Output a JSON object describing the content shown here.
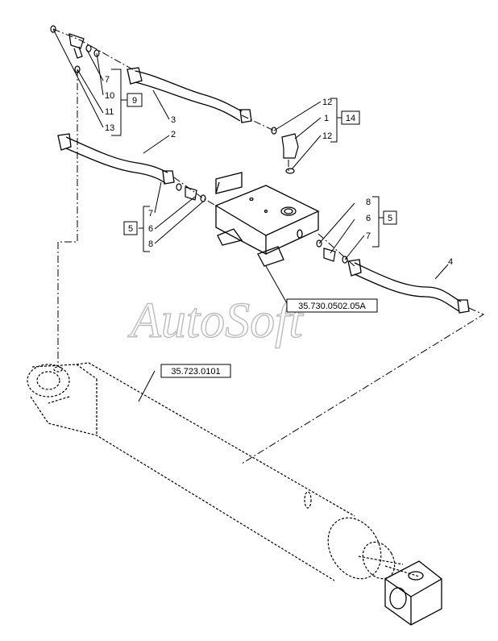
{
  "callouts": {
    "n1": "1",
    "n2": "2",
    "n3": "3",
    "n4": "4",
    "n5_left": "5",
    "n5_right": "5",
    "n6_left": "6",
    "n6_right": "6",
    "n7_top": "7",
    "n7_left": "7",
    "n7_right": "7",
    "n8_left": "8",
    "n8_right_top": "8",
    "n9": "9",
    "n10": "10",
    "n11": "11",
    "n12_top": "12",
    "n12_bottom": "12",
    "n13": "13",
    "n14": "14"
  },
  "references": {
    "valve_block": "35.730.0502.05A",
    "cylinder": "35.723.0101"
  },
  "watermark": "AutoSoft",
  "colors": {
    "line": "#000000",
    "watermark_stroke": "#bdbdbd",
    "background": "#ffffff"
  }
}
